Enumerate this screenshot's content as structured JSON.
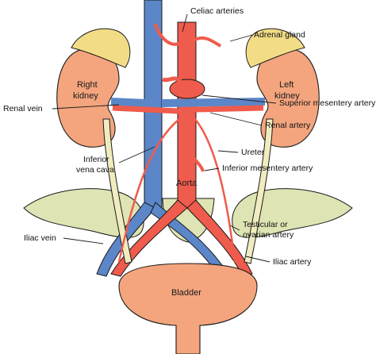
{
  "labels": {
    "celiac_arteries": "Celiac arteries",
    "adrenal_gland": "Adrenal gland",
    "right_kidney_1": "Right",
    "right_kidney_2": "kidney",
    "left_kidney_1": "Left",
    "left_kidney_2": "kidney",
    "renal_vein": "Renal vein",
    "superior_mesentery_artery": "Superior mesentery artery",
    "renal_artery": "Renal artery",
    "ureter": "Ureter",
    "inferior_vena_cava_1": "Inferior",
    "inferior_vena_cava_2": "vena cava",
    "inferior_mesentery_artery": "Inferior mesentery artery",
    "aorta": "Aorta",
    "testicular_1": "Testicular or",
    "testicular_2": "ovarian artery",
    "iliac_vein": "Iliac vein",
    "iliac_artery": "Iliac artery",
    "bladder": "Bladder"
  },
  "colors": {
    "artery": "#ef5b4c",
    "vein": "#5b86c8",
    "kidney": "#f4a57e",
    "adrenal": "#f2dc86",
    "ureter": "#f1ecbf",
    "pelvis": "#dfe4b4",
    "bladder": "#f4a57e",
    "outline": "#1a1a1a"
  }
}
